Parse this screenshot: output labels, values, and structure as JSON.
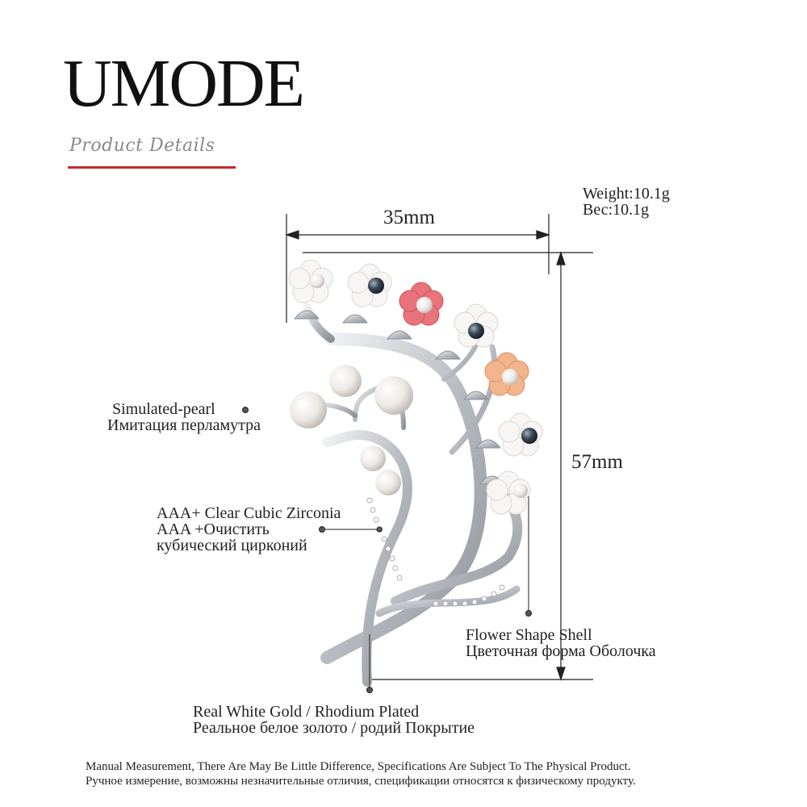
{
  "brand": {
    "name": "UMODE",
    "subtitle": "Product Details",
    "accent_color": "#c8282d"
  },
  "specs": {
    "weight_en": "Weight:10.1g",
    "weight_ru": "Вес:10.1g"
  },
  "dimensions": {
    "width": "35mm",
    "height": "57mm"
  },
  "callouts": {
    "pearl": {
      "en": "Simulated-pearl",
      "ru": "Имитация перламутра"
    },
    "zirconia": {
      "en": "AAA+ Clear Cubic Zirconia",
      "ru1": "AAA +Очистить",
      "ru2": "кубический цирконий"
    },
    "shell": {
      "en": "Flower Shape Shell",
      "ru": "Цветочная форма Оболочка"
    },
    "gold": {
      "en": "Real White Gold / Rhodium Plated",
      "ru": "Реальное белое золото / родий Покрытие"
    }
  },
  "disclaimer": {
    "en": "Manual Measurement, There Are May Be Little Difference, Specifications Are Subject To The Physical Product.",
    "ru": "Ручное измерение, возможны незначительные отличия, спецификации относятся к физическому продукту."
  },
  "product_image": {
    "icon": "brooch-illustration",
    "colors": {
      "silver": "#c9ccd1",
      "pearl": "#f4f1ee",
      "black_pearl": "#2e3a44",
      "pink_shell": "#e8737a",
      "peach_shell": "#f2b48a"
    }
  }
}
